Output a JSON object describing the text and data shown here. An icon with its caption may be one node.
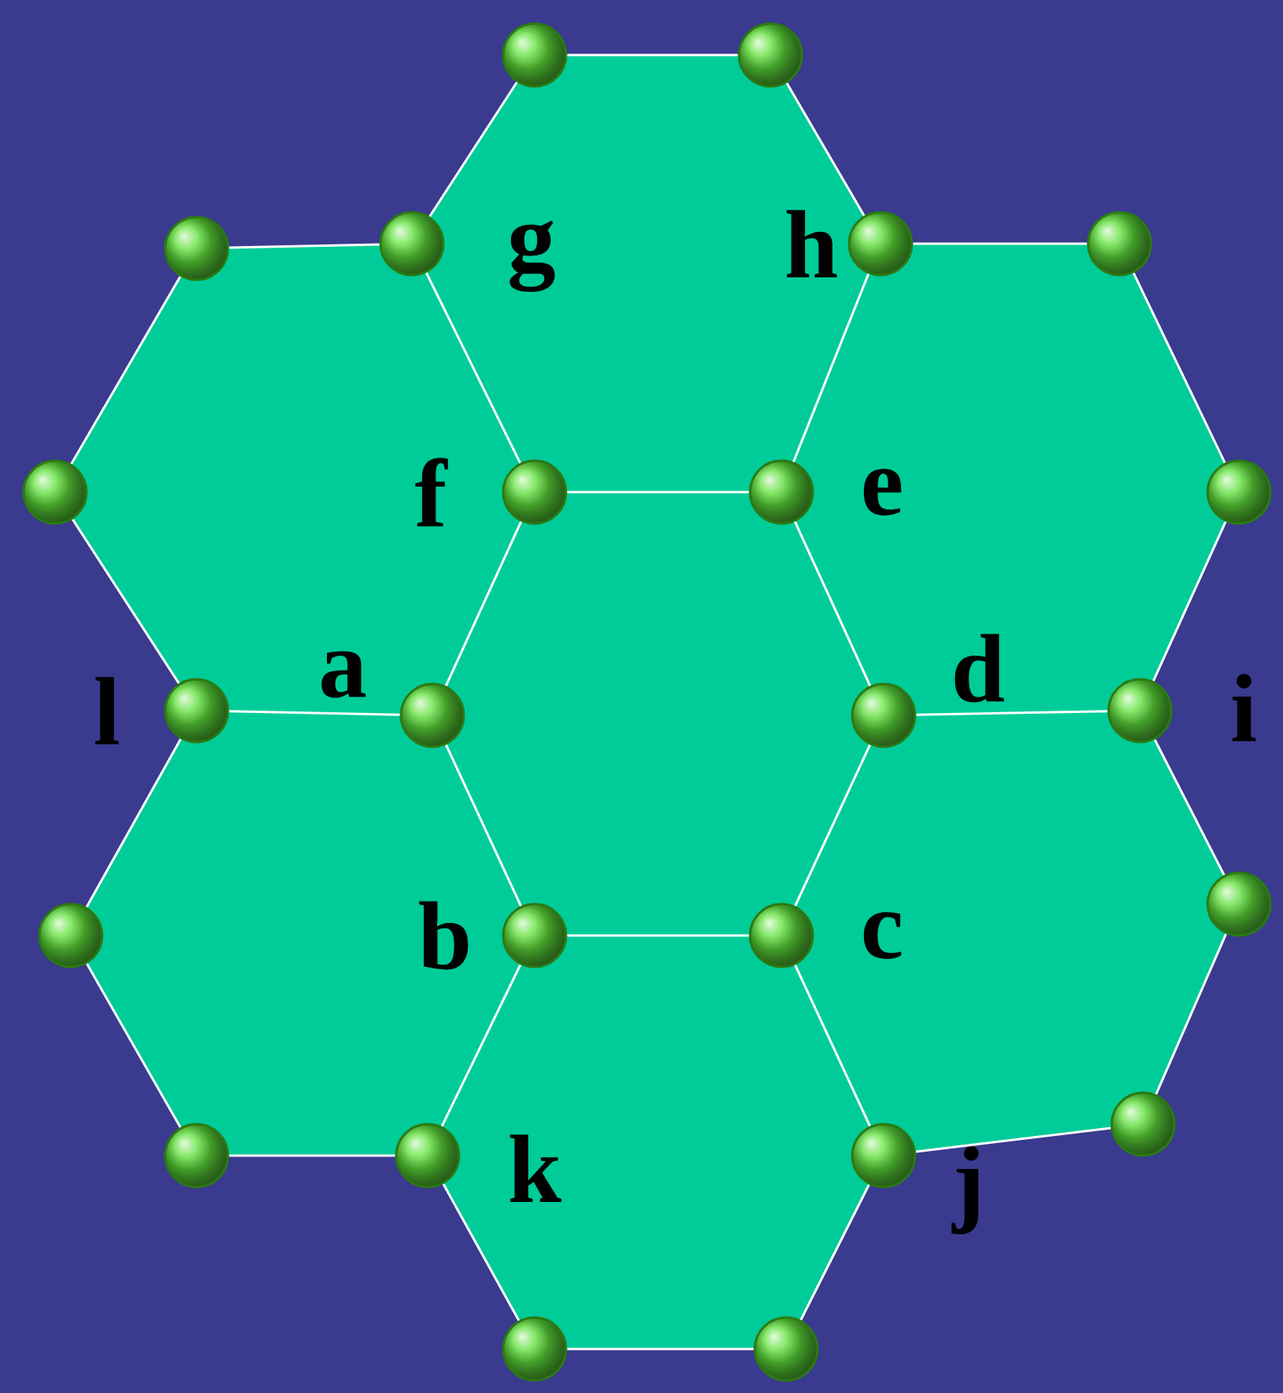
{
  "diagram": {
    "nodes": [
      {
        "text": [],
        "shape": "circle"
      },
      {
        "text": [],
        "shape": "circle"
      },
      {
        "text": [],
        "shape": "circle"
      },
      {
        "text": [],
        "shape": "circle",
        "beside": [
          "g"
        ]
      },
      {
        "text": [],
        "shape": "circle",
        "beside": [
          "h"
        ]
      },
      {
        "text": [],
        "shape": "circle"
      },
      {
        "text": [],
        "shape": "circle"
      },
      {
        "text": [],
        "shape": "circle",
        "beside": [
          "f"
        ]
      },
      {
        "text": [],
        "shape": "circle",
        "beside": [
          "e"
        ]
      },
      {
        "text": [],
        "shape": "circle"
      },
      {
        "text": [],
        "shape": "circle",
        "beside": [
          "l"
        ]
      },
      {
        "text": [],
        "shape": "circle",
        "beside": [
          "a"
        ]
      },
      {
        "text": [],
        "shape": "circle",
        "beside": [
          "d"
        ]
      },
      {
        "text": [],
        "shape": "circle",
        "beside": [
          "i"
        ]
      },
      {
        "text": [],
        "shape": "circle"
      },
      {
        "text": [],
        "shape": "circle",
        "beside": [
          "b"
        ]
      },
      {
        "text": [],
        "shape": "circle",
        "beside": [
          "c"
        ]
      },
      {
        "text": [],
        "shape": "circle"
      },
      {
        "text": [],
        "shape": "circle"
      },
      {
        "text": [],
        "shape": "circle",
        "beside": [
          "k"
        ]
      },
      {
        "text": [],
        "shape": "circle",
        "beside": [
          "j"
        ]
      },
      {
        "text": [],
        "shape": "circle"
      },
      {
        "text": [],
        "shape": "circle"
      },
      {
        "text": [],
        "shape": "circle"
      }
    ],
    "edges": [
      {
        "from": 0,
        "to": 1,
        "arrow": "none"
      },
      {
        "from": 1,
        "to": 4,
        "arrow": "none"
      },
      {
        "from": 4,
        "to": 8,
        "arrow": "none"
      },
      {
        "from": 8,
        "to": 7,
        "arrow": "none"
      },
      {
        "from": 7,
        "to": 3,
        "arrow": "none"
      },
      {
        "from": 3,
        "to": 0,
        "arrow": "none"
      },
      {
        "from": 2,
        "to": 3,
        "arrow": "none"
      },
      {
        "from": 7,
        "to": 11,
        "arrow": "none"
      },
      {
        "from": 11,
        "to": 10,
        "arrow": "none"
      },
      {
        "from": 10,
        "to": 6,
        "arrow": "none"
      },
      {
        "from": 6,
        "to": 2,
        "arrow": "none"
      },
      {
        "from": 4,
        "to": 5,
        "arrow": "none"
      },
      {
        "from": 5,
        "to": 9,
        "arrow": "none"
      },
      {
        "from": 9,
        "to": 13,
        "arrow": "none"
      },
      {
        "from": 13,
        "to": 12,
        "arrow": "none"
      },
      {
        "from": 12,
        "to": 8,
        "arrow": "none"
      },
      {
        "from": 12,
        "to": 16,
        "arrow": "none"
      },
      {
        "from": 16,
        "to": 15,
        "arrow": "none"
      },
      {
        "from": 15,
        "to": 11,
        "arrow": "none"
      },
      {
        "from": 15,
        "to": 19,
        "arrow": "none"
      },
      {
        "from": 19,
        "to": 18,
        "arrow": "none"
      },
      {
        "from": 18,
        "to": 14,
        "arrow": "none"
      },
      {
        "from": 14,
        "to": 10,
        "arrow": "none"
      },
      {
        "from": 13,
        "to": 17,
        "arrow": "none"
      },
      {
        "from": 17,
        "to": 21,
        "arrow": "none"
      },
      {
        "from": 21,
        "to": 20,
        "arrow": "none"
      },
      {
        "from": 20,
        "to": 16,
        "arrow": "none"
      },
      {
        "from": 20,
        "to": 23,
        "arrow": "none"
      },
      {
        "from": 23,
        "to": 22,
        "arrow": "none"
      },
      {
        "from": 22,
        "to": 19,
        "arrow": "none"
      }
    ]
  }
}
